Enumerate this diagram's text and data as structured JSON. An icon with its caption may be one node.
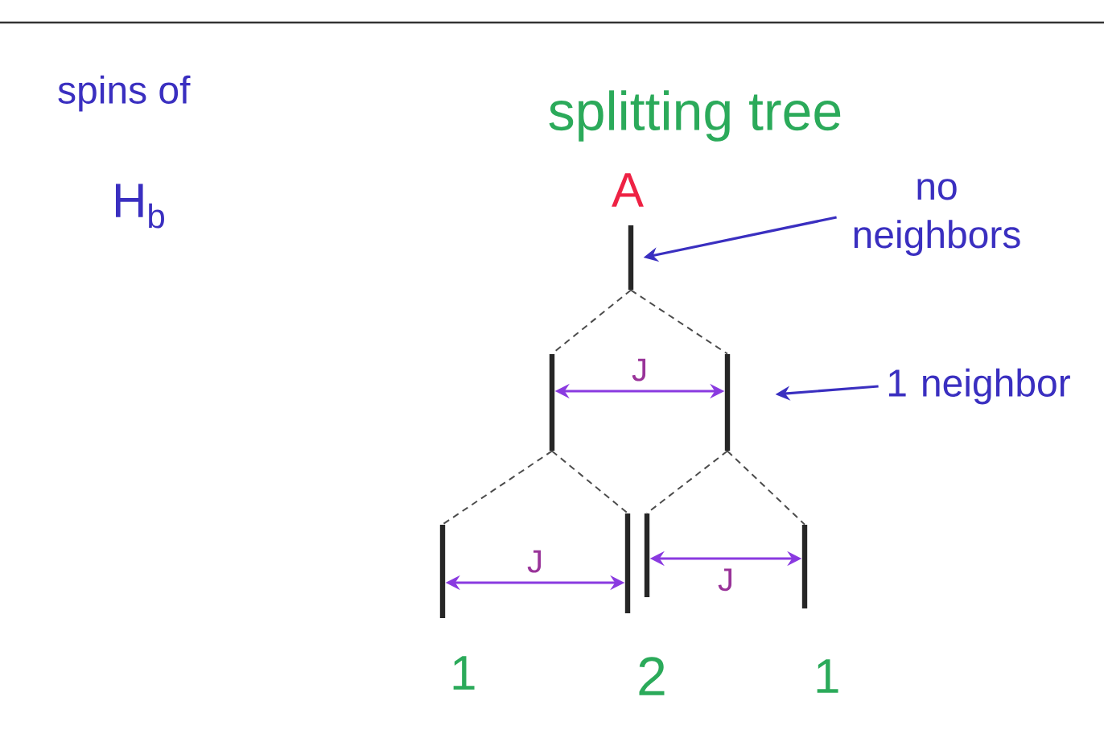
{
  "diagram": {
    "title": "splitting tree",
    "nodes": [
      {
        "text": [],
        "shape": "bar",
        "beside": [
          "A"
        ]
      },
      {
        "text": [],
        "shape": "bar"
      },
      {
        "text": [],
        "shape": "bar"
      },
      {
        "text": [],
        "shape": "bar"
      },
      {
        "text": [],
        "shape": "bar"
      },
      {
        "text": [],
        "shape": "bar"
      },
      {
        "text": [],
        "shape": "bar"
      },
      {
        "text": [
          "no neighbors"
        ]
      },
      {
        "text": [
          "1 neighbor"
        ]
      }
    ],
    "edges": [
      {
        "from": 0,
        "to": 1,
        "arrow": "none",
        "style": "dashed"
      },
      {
        "from": 0,
        "to": 2,
        "arrow": "none",
        "style": "dashed"
      },
      {
        "from": 1,
        "to": 3,
        "arrow": "none",
        "style": "dashed"
      },
      {
        "from": 1,
        "to": 4,
        "arrow": "none",
        "style": "dashed"
      },
      {
        "from": 2,
        "to": 5,
        "arrow": "none",
        "style": "dashed"
      },
      {
        "from": 2,
        "to": 6,
        "arrow": "none",
        "style": "dashed"
      },
      {
        "from": 1,
        "to": 2,
        "arrow": "both",
        "label": "J",
        "color": "#8a3ae0"
      },
      {
        "from": 3,
        "to": 4,
        "arrow": "both",
        "label": "J",
        "color": "#8a3ae0"
      },
      {
        "from": 5,
        "to": 6,
        "arrow": "both",
        "label": "J",
        "color": "#8a3ae0"
      },
      {
        "from": 7,
        "to": 0,
        "arrow": "to",
        "color": "#3a2fc0"
      },
      {
        "from": 8,
        "to": 2,
        "arrow": "to",
        "color": "#3a2fc0"
      }
    ],
    "labels": [
      "spins of",
      "H$_{b}$",
      "1",
      "2",
      "1"
    ]
  }
}
